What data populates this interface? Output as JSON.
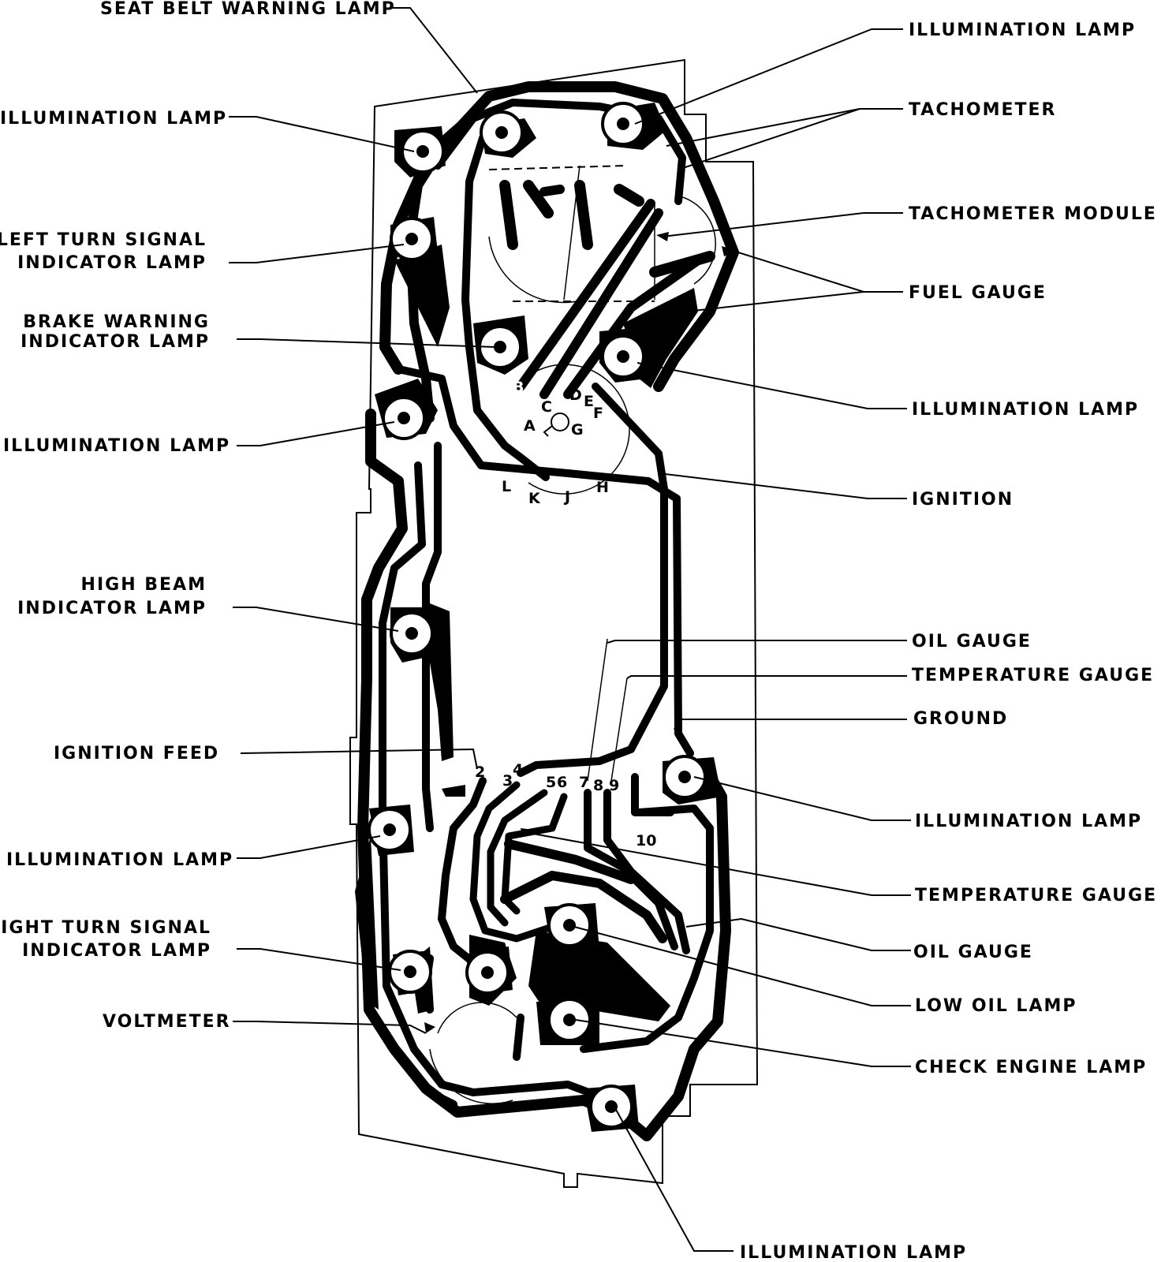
{
  "labels": {
    "seat_belt_warning_lamp": "SEAT BELT WARNING LAMP",
    "illumination_lamp_top_left": "ILLUMINATION LAMP",
    "left_turn_signal_1": "LEFT TURN SIGNAL",
    "left_turn_signal_2": "INDICATOR LAMP",
    "brake_warning_1": "BRAKE WARNING",
    "brake_warning_2": "INDICATOR LAMP",
    "illumination_lamp_mid_left": "ILLUMINATION LAMP",
    "high_beam_1": "HIGH BEAM",
    "high_beam_2": "INDICATOR LAMP",
    "ignition_feed": "IGNITION FEED",
    "illumination_lamp_low_left": "ILLUMINATION LAMP",
    "right_turn_signal_1": "RIGHT TURN SIGNAL",
    "right_turn_signal_2": "INDICATOR LAMP",
    "voltmeter": "VOLTMETER",
    "illumination_lamp_top_right": "ILLUMINATION LAMP",
    "tachometer": "TACHOMETER",
    "tachometer_module": "TACHOMETER MODULE",
    "fuel_gauge": "FUEL GAUGE",
    "illumination_lamp_mid_right": "ILLUMINATION LAMP",
    "ignition": "IGNITION",
    "oil_gauge_upper": "OIL GAUGE",
    "temperature_gauge_upper": "TEMPERATURE GAUGE",
    "ground": "GROUND",
    "illumination_lamp_low_right": "ILLUMINATION LAMP",
    "temperature_gauge_lower": "TEMPERATURE GAUGE",
    "oil_gauge_lower": "OIL GAUGE",
    "low_oil_lamp": "LOW OIL LAMP",
    "check_engine_lamp": "CHECK ENGINE LAMP",
    "illumination_lamp_bottom": "ILLUMINATION LAMP"
  },
  "upper_connector_pins": [
    "A",
    "B",
    "C",
    "D",
    "E",
    "F",
    "G",
    "H",
    "J",
    "K",
    "L"
  ],
  "lower_connector_pins": [
    "2",
    "3",
    "4",
    "5",
    "6",
    "7",
    "8",
    "9",
    "10"
  ]
}
